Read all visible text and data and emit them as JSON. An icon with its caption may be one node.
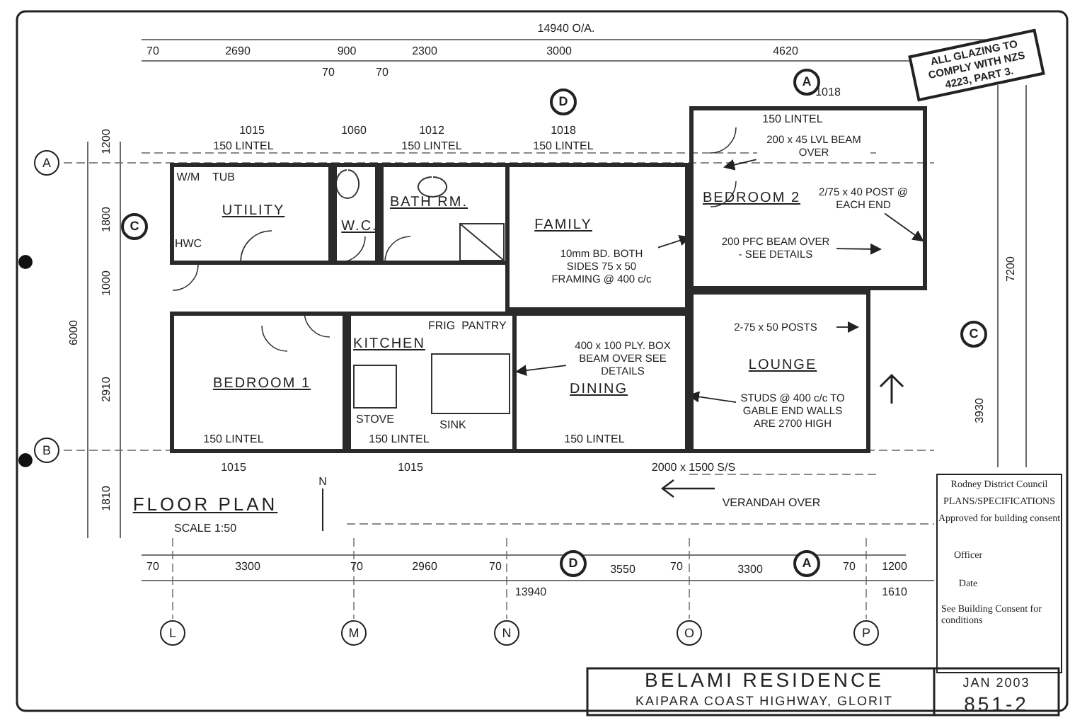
{
  "diagram": {
    "nodes": [
      {
        "text": [
          "UTILITY"
        ]
      },
      {
        "text": [
          "W.C."
        ]
      },
      {
        "text": [
          "BATH RM."
        ]
      },
      {
        "text": [
          "FAMILY"
        ]
      },
      {
        "text": [
          "BEDROOM 2"
        ]
      },
      {
        "text": [
          "BEDROOM 1"
        ]
      },
      {
        "text": [
          "KITCHEN"
        ]
      },
      {
        "text": [
          "DINING"
        ]
      },
      {
        "text": [
          "LOUNGE"
        ]
      },
      {
        "text": [
          "200 x 45 LVL BEAM OVER"
        ],
        "in": 4
      },
      {
        "text": [
          "2/75 x 40 POST @ EACH END"
        ],
        "in": 4
      },
      {
        "text": [
          "200 PFC BEAM OVER - SEE DETAILS"
        ],
        "in": 4
      },
      {
        "text": [
          "10mm BD. BOTH SIDES 75 x 50 FRAMING @ 400 c/c"
        ],
        "in": 3
      },
      {
        "text": [
          "2-75 x 50 POSTS"
        ],
        "in": 8
      },
      {
        "text": [
          "400 x 100 PLY. BOX BEAM OVER SEE DETAILS"
        ],
        "in": 7
      },
      {
        "text": [
          "STUDS @ 400 c/c TO GABLE END WALLS ARE 2700 HIGH"
        ],
        "in": 8
      }
    ],
    "edges": [
      {
        "from": 9,
        "to": null,
        "arrow": "to"
      },
      {
        "from": 10,
        "to": null,
        "arrow": "to"
      },
      {
        "from": 11,
        "to": null,
        "arrow": "to"
      },
      {
        "from": 12,
        "to": 4,
        "arrow": "to"
      },
      {
        "from": 13,
        "to": null,
        "arrow": "to"
      },
      {
        "from": 14,
        "to": 6,
        "arrow": "to"
      },
      {
        "from": 15,
        "to": 7,
        "arrow": "to"
      }
    ],
    "labels": [
      "14940 O/A.",
      "70",
      "2690",
      "900",
      "2300",
      "3000",
      "4620",
      "ALL GLAZING TO COMPLY WITH NZS 4223, PART 3.",
      "70",
      "70",
      "1015",
      "150 LINTEL",
      "1060",
      "1012",
      "150 LINTEL",
      "1018",
      "150 LINTEL",
      "1018",
      "150 LINTEL",
      "W/M",
      "TUB",
      "HWC",
      "1200",
      "1800",
      "1000",
      "6000",
      "2910",
      "1810",
      "A",
      "B",
      "C",
      "D",
      "A",
      "7200",
      "C",
      "3930",
      "FRIG",
      "PANTRY",
      "STOVE",
      "SINK",
      "150 LINTEL",
      "1015",
      "150 LINTEL",
      "1015",
      "150 LINTEL",
      "2000 x 1500 S/S",
      "FLOOR PLAN",
      "SCALE 1:50",
      "N",
      "VERANDAH OVER",
      "70",
      "3300",
      "70",
      "2960",
      "70",
      "D",
      "3550",
      "70",
      "3300",
      "A",
      "70",
      "1200",
      "13940",
      "1610",
      "L",
      "M",
      "N",
      "O",
      "P",
      "Rodney District Council",
      "PLANS/SPECIFICATIONS",
      "Approved for building consent",
      "Officer",
      "Date",
      "See Building Consent for conditions",
      "BELAMI RESIDENCE",
      "KAIPARA COAST HIGHWAY, GLORIT",
      "JAN 2003",
      "851-2"
    ]
  }
}
